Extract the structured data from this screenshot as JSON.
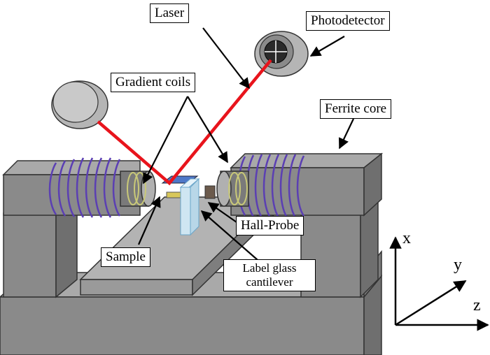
{
  "labels": {
    "laser": "Laser",
    "photodetector": "Photodetector",
    "gradient_coils": "Gradient coils",
    "ferrite_core": "Ferrite core",
    "hall_probe": "Hall-Probe",
    "sample": "Sample",
    "cantilever_line1": "Label glass",
    "cantilever_line2": "cantilever"
  },
  "axes": {
    "x": "x",
    "y": "y",
    "z": "z"
  },
  "colors": {
    "laser": "#e8141c",
    "coil_winding": "#5b3fb3",
    "ferrite": "#8e8e8e",
    "base": "#8a8a8a",
    "sample": "#4f78c8",
    "cantilever": "#cfe6f2",
    "hall_probe": "#6b5a4c"
  }
}
